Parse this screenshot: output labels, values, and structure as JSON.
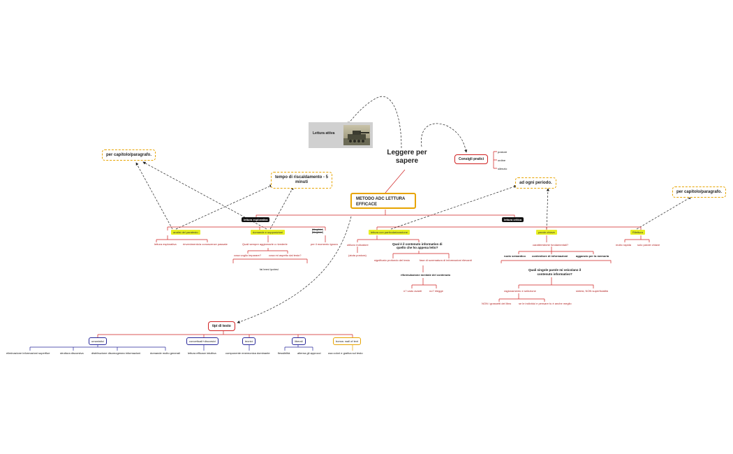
{
  "central": {
    "title_line1": "Leggere per",
    "title_line2": "sapere"
  },
  "lettura_attiva": {
    "label": "Lettura attiva"
  },
  "consigli": {
    "label": "Consigli pratici",
    "items": [
      "posture",
      "ordine",
      "silenzio"
    ]
  },
  "metodo": {
    "line1": "METODO ADC LETTURA",
    "line2": "EFFICACE"
  },
  "callouts": {
    "per_capitolo_left": "per capitolo/paragrafo.",
    "tempo_line1": "tempo di riscaldamento - 5",
    "tempo_line2": "minuti",
    "ad_ogni_periodo": "ad ogni periodo.",
    "per_capitolo_right": "per capitolo/paragrafo."
  },
  "lettura_esplorativa": {
    "label": "lettura esplorativa",
    "analisi": {
      "label": "analisi del paratesto",
      "children": [
        "lettura esplorativa",
        "rinvenimento/a conoscenze passate"
      ]
    },
    "domande": {
      "label": "domande e supposizioni",
      "sub": "Quali sempre aggiornarle o rivederle",
      "children": [
        "cosa voglio imparare?",
        "cosa mi aspetto dal testo?"
      ],
      "footer": "fai brevi ipotesi"
    },
    "scarabocchio": {
      "label_line1": "[illegible]",
      "label_line2": "[illegible]",
      "child": "per il momento ignora"
    }
  },
  "lettura_critica": {
    "label": "lettura critica",
    "particolarizzazione": {
      "label": "lettura con particolarizzazione",
      "child_a": "utilizzo indicatore",
      "child_a_sub": "(aiuta postura)",
      "question_line1": "Qual è il contenuto informativo di",
      "question_line2": "quello che ho appena letto?",
      "children": [
        "significato profondo del testo",
        "fase di scrematura di informazioni rilevanti"
      ],
      "rif": "riformulazione mentale del contenuto",
      "rif_children": [
        "n? vado avanti",
        "no? rilegge"
      ]
    },
    "parole_chiave": {
      "label": "parole chiave",
      "sub": "caratteristiche fondamentali?",
      "children": [
        "ruolo semantico",
        "contenitore di informazioni",
        "aggancio per la memoria"
      ],
      "question_line1": "Quali singole parole mi veicolano il",
      "question_line2": "contenuto informativo?",
      "children2": [
        "ragionamento e selezione",
        "sintesi, NON superficialità"
      ],
      "children3": [
        "NON i grassetti del libro",
        "se le individui e pensare tu è anche meglio"
      ]
    },
    "rilettura": {
      "label": "Rilettura",
      "children": [
        "molto rapida",
        "solo parole chiave"
      ]
    }
  },
  "tipi": {
    "label": "tipi di testo",
    "items": [
      {
        "label": "umanistici",
        "children": [
          "eliminazione informazioni superflue",
          "struttura discorsiva",
          "distribuzione disomogenea informazioni",
          "domande molto generali"
        ]
      },
      {
        "label": "concettuali+discorsivi",
        "children": [
          "lettura efficace intuitiva"
        ]
      },
      {
        "label": "tecnici",
        "children": [
          "componente mnemonica dominante"
        ]
      },
      {
        "label": "liberali",
        "children": [
          "flessibilità",
          "alterna gli approcci"
        ]
      },
      {
        "label": "bonus: wall of text",
        "children": [
          "usa colori e grafica sul testo"
        ]
      }
    ]
  },
  "colors": {
    "accent_red": "#d02020",
    "accent_orange": "#e7a400",
    "highlight_yellow": "#e6ee22",
    "blue_border": "#27279a"
  },
  "icons": [
    "tank-image"
  ]
}
